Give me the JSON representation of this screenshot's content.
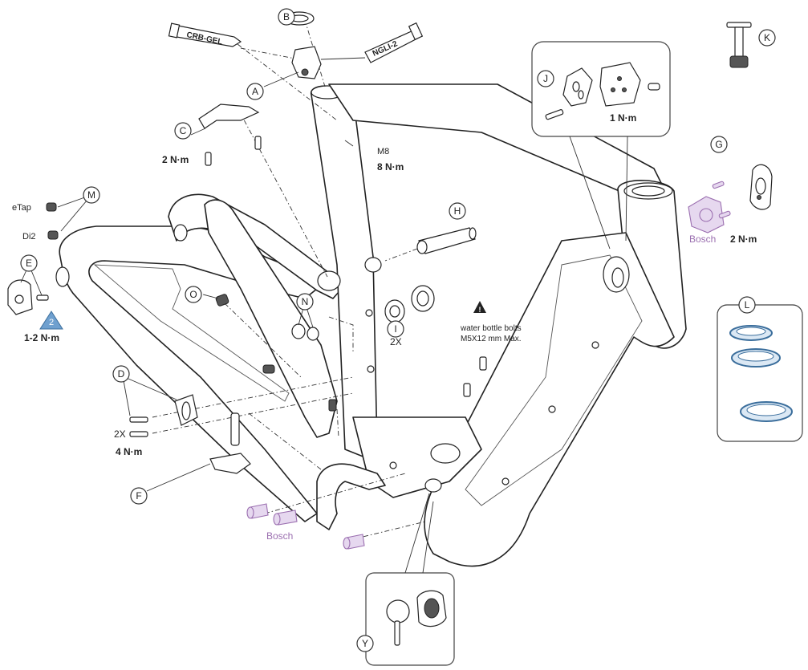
{
  "callouts": {
    "A": "A",
    "B": "B",
    "C": "C",
    "D": "D",
    "E": "E",
    "F": "F",
    "G": "G",
    "H": "H",
    "I": "I",
    "J": "J",
    "K": "K",
    "L": "L",
    "M": "M",
    "N": "N",
    "O": "O",
    "Y": "Y"
  },
  "tubes": {
    "crb_gel": "CRB-GEL",
    "ngli_2": "NGLI-2"
  },
  "labels": {
    "torque_c": "2 N·m",
    "m8": "M8",
    "torque_m8": "8 N·m",
    "torque_j": "1 N·m",
    "torque_g": "2 N·m",
    "bosch_right": "Bosch",
    "bosch_bottom": "Bosch",
    "etap": "eTap",
    "di2": "Di2",
    "torque_e": "1-2 N·m",
    "step_number": "2",
    "qty_i": "2X",
    "qty_d": "2X",
    "torque_d": "4 N·m",
    "water_bottle_line1": "water bottle bolts",
    "water_bottle_line2": "M5X12 mm Max."
  },
  "colors": {
    "accent_purple": "#9b6fb0",
    "seal_blue": "#3b6e9c",
    "warning_badge": "#6fa0cf"
  }
}
